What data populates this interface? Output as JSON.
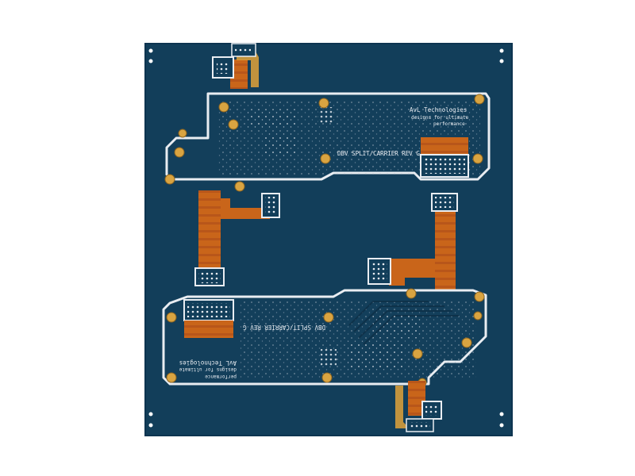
{
  "colors": {
    "background": "#ffffff",
    "board_solder_mask": "#123e5a",
    "board_border": "#0d3450",
    "silkscreen_outline": "#e9edf2",
    "flex_polyimide": "#c9651a",
    "flex_stripe": "#e0a23a",
    "gold_pad": "#d9a441"
  },
  "board": {
    "top_module": {
      "label": "DBV SPLIT/CARRIER REV G",
      "logo_line1": "AvL Technologies",
      "logo_line2": "designs for ultimate",
      "logo_line3": "performance"
    },
    "bottom_module": {
      "label": "DBV SPLIT/CARRIER REV G",
      "logo_line1": "AvL Technologies",
      "logo_line2": "designs for ultimate",
      "logo_line3": "performance"
    }
  }
}
